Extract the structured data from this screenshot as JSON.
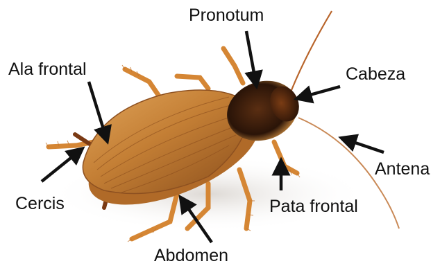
{
  "labels": {
    "pronotum": "Pronotum",
    "ala_frontal": "Ala frontal",
    "cabeza": "Cabeza",
    "antena": "Antena",
    "cercis": "Cercis",
    "pata_frontal": "Pata frontal",
    "abdomen": "Abdomen"
  },
  "colors": {
    "background": "#ffffff",
    "label_text": "#111111",
    "arrow": "#111111",
    "wing": "#c98a3e",
    "leg": "#d8893a",
    "pronotum": "#2a1408"
  }
}
